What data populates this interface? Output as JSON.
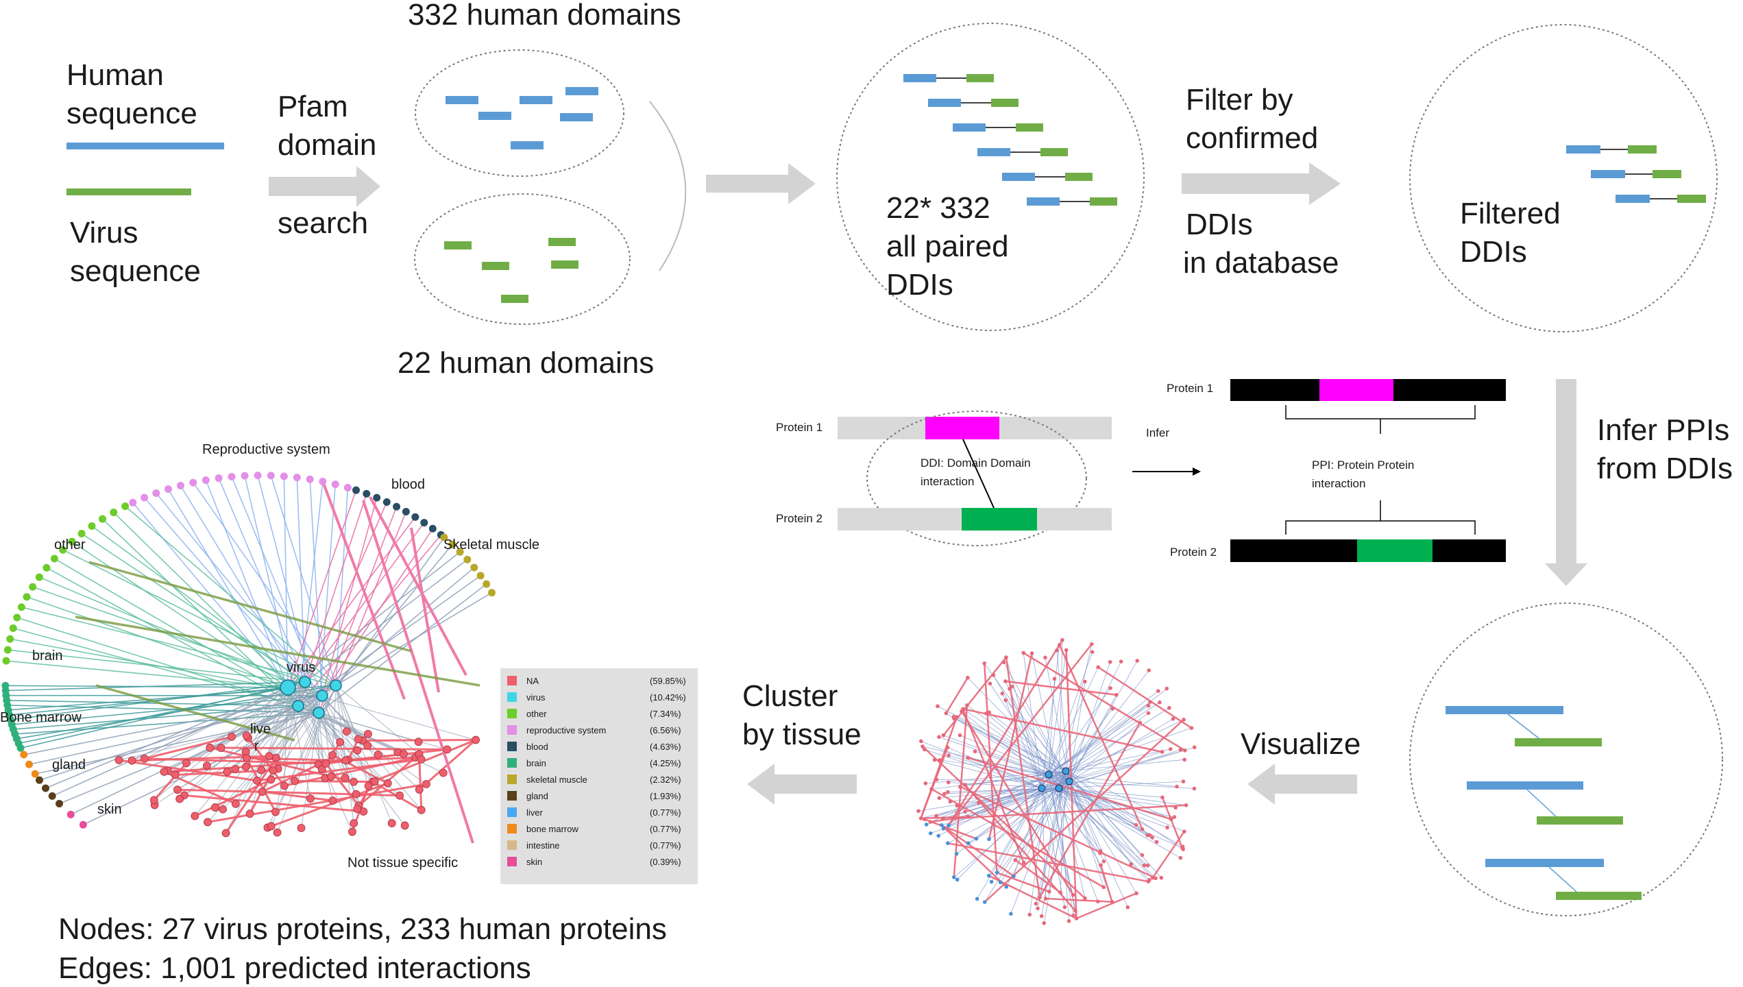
{
  "colors": {
    "human": "#5b9bd5",
    "virus": "#70ad47",
    "arrow": "#d3d3d3",
    "magenta": "#ff00ff",
    "green": "#00b050",
    "black": "#000000",
    "gray_bar": "#d9d9d9",
    "net_red": "#e8677a",
    "net_blue": "#7b93c9"
  },
  "step1": {
    "human_label": [
      "Human",
      "sequence"
    ],
    "virus_label": [
      "Virus",
      "sequence"
    ],
    "pfam_label": [
      "Pfam",
      "domain",
      "search"
    ],
    "top_domains": "332 human domains",
    "bottom_domains": "22 human domains"
  },
  "step2": {
    "paired_label": [
      "22* 332",
      "all paired",
      "DDIs"
    ],
    "filter_label": [
      "Filter by",
      "confirmed",
      "DDIs",
      "in database"
    ],
    "filtered_label": [
      "Filtered",
      "DDIs"
    ]
  },
  "step3": {
    "protein1": "Protein 1",
    "protein2": "Protein 2",
    "ddi_text": [
      "DDI: Domain Domain",
      "interaction"
    ],
    "infer": "Infer",
    "ppi_text": [
      "PPI: Protein Protein",
      "interaction"
    ],
    "infer_ppis": [
      "Infer PPIs",
      "from DDIs"
    ]
  },
  "step4": {
    "visualize": "Visualize",
    "cluster": [
      "Cluster",
      "by tissue"
    ]
  },
  "network": {
    "labels": {
      "reproductive": "Reproductive system",
      "blood": "blood",
      "skeletal": "Skeletal muscle",
      "other": "other",
      "brain": "brain",
      "bone_marrow": "Bone marrow",
      "gland": "gland",
      "skin": "skin",
      "virus": "virus",
      "liver": "live\nr",
      "not_specific": "Not tissue specific"
    },
    "legend": [
      {
        "name": "NA",
        "pct": "(59.85%)",
        "color": "#ef5e6b"
      },
      {
        "name": "virus",
        "pct": "(10.42%)",
        "color": "#3fd5e6"
      },
      {
        "name": "other",
        "pct": "(7.34%)",
        "color": "#6ccc2a"
      },
      {
        "name": "reproductive system",
        "pct": "(6.56%)",
        "color": "#e38fe8"
      },
      {
        "name": "blood",
        "pct": "(4.63%)",
        "color": "#2a4e63"
      },
      {
        "name": "brain",
        "pct": "(4.25%)",
        "color": "#2fb07b"
      },
      {
        "name": "skeletal muscle",
        "pct": "(2.32%)",
        "color": "#b8a72a"
      },
      {
        "name": "gland",
        "pct": "(1.93%)",
        "color": "#5b3f1c"
      },
      {
        "name": "liver",
        "pct": "(0.77%)",
        "color": "#4aa8f0"
      },
      {
        "name": "bone marrow",
        "pct": "(0.77%)",
        "color": "#ef8a1c"
      },
      {
        "name": "intestine",
        "pct": "(0.77%)",
        "color": "#d6b98a"
      },
      {
        "name": "skin",
        "pct": "(0.39%)",
        "color": "#e84c9a"
      }
    ],
    "nodes_text": "Nodes: 27 virus proteins, 233 human proteins",
    "edges_text": "Edges: 1,001 predicted interactions"
  }
}
